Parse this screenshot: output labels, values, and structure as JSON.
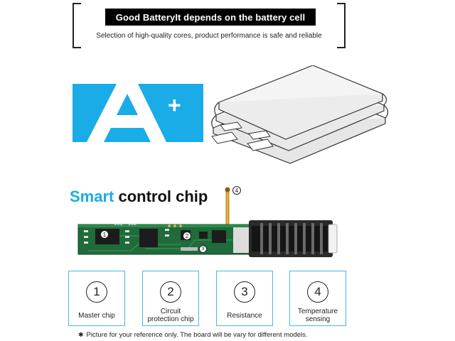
{
  "header": {
    "title": "Good BatteryIt depends on the battery cell",
    "subtitle": "Selection of high-quality cores, product performance is safe and reliable"
  },
  "grade": {
    "letter": "A",
    "plus": "+",
    "color": "#1aace6"
  },
  "chip_section": {
    "heading_accent": "Smart",
    "heading_rest": " control chip",
    "board_labels": {
      "ic1": "IC1",
      "ic2": "IC2",
      "marker_1": "1",
      "marker_2": "2",
      "marker_3": "3",
      "marker_4": "4"
    }
  },
  "legend": [
    {
      "number": "1",
      "label": "Master chip"
    },
    {
      "number": "2",
      "label": "Circuit protection chip"
    },
    {
      "number": "3",
      "label": "Resistance"
    },
    {
      "number": "4",
      "label": "Temperature sensing"
    }
  ],
  "footnote": {
    "star": "✱",
    "text": "Picture for your reference only. The board will be vary for different models."
  },
  "colors": {
    "accent": "#1aace6",
    "pcb_green": "#1f6b3a",
    "card_border": "#4ab8e0"
  }
}
